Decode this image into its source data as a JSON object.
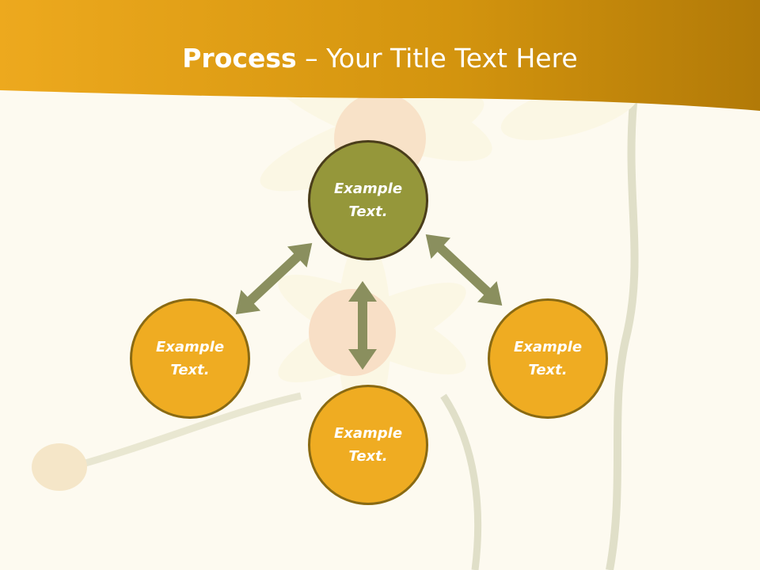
{
  "slide": {
    "title_bold": "Process",
    "title_rest": " – Your Title Text Here"
  },
  "nodes": {
    "center": "Example Text.",
    "left": "Example Text.",
    "right": "Example Text.",
    "bottom": "Example Text."
  },
  "colors": {
    "header": "#e9a51c",
    "background": "#fdfaf0",
    "center_node": "#95973a",
    "outer_node": "#efac22",
    "arrow": "#8a8f5e"
  }
}
